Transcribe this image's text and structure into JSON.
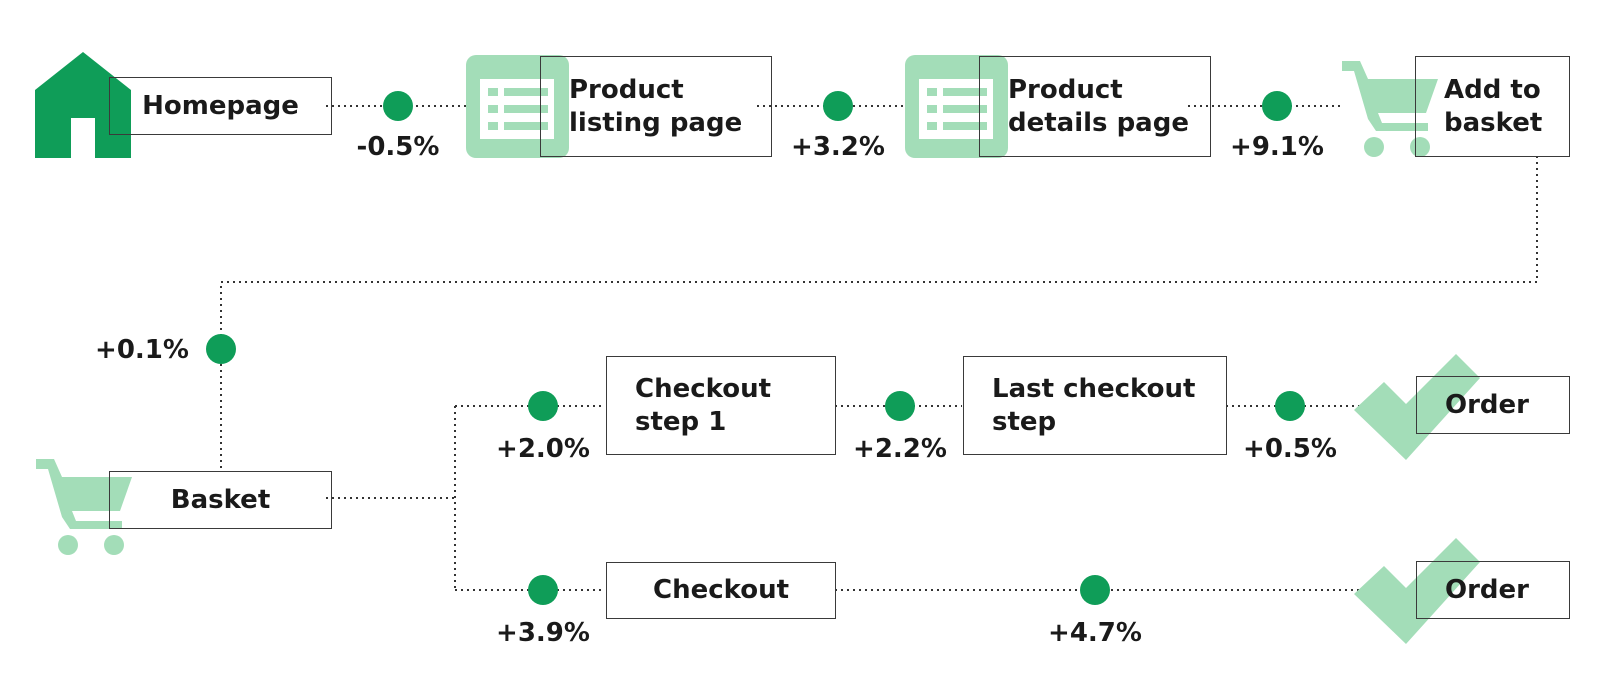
{
  "colors": {
    "green_dark": "#0f9d58",
    "green_light": "#a3ddb8",
    "line": "#333333",
    "border": "#3a3a3a"
  },
  "nodes": {
    "homepage": "Homepage",
    "product_listing": "Product\nlisting page",
    "product_details": "Product\ndetails page",
    "add_to_basket": "Add to\nbasket",
    "basket": "Basket",
    "checkout_step_1": "Checkout\nstep 1",
    "last_checkout_step": "Last checkout\nstep",
    "order_top": "Order",
    "checkout": "Checkout",
    "order_bottom": "Order"
  },
  "changes": {
    "homepage_to_listing": "-0.5%",
    "listing_to_details": "+3.2%",
    "details_to_add": "+9.1%",
    "add_to_basket_to_basket": "+0.1%",
    "basket_to_step1": "+2.0%",
    "step1_to_last": "+2.2%",
    "last_to_order": "+0.5%",
    "basket_to_checkout": "+3.9%",
    "checkout_to_order": "+4.7%"
  },
  "icons": {
    "home": "home-icon",
    "listing": "list-page-icon",
    "details": "list-page-icon",
    "cart": "shopping-cart-icon",
    "check": "checkmark-icon"
  }
}
